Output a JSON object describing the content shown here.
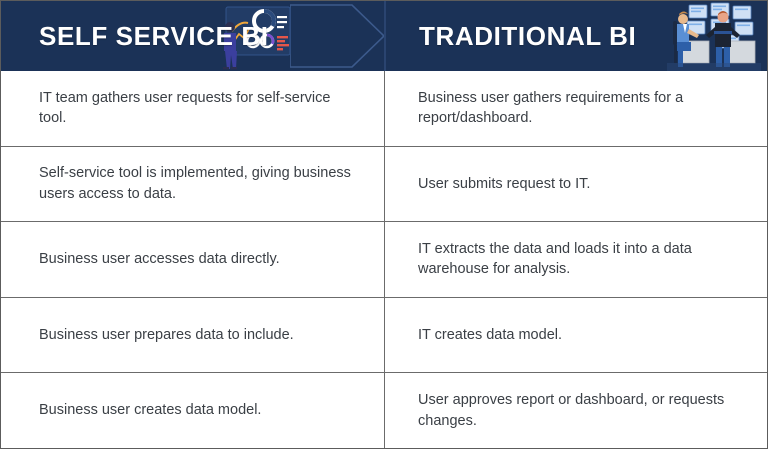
{
  "header": {
    "left": {
      "title": "SELF SERVICE BI",
      "icon": "self-service-dashboard-illustration"
    },
    "right": {
      "title": "TRADITIONAL BI",
      "icon": "it-team-workstations-illustration"
    },
    "background_color": "#1b3257",
    "title_color": "#ffffff"
  },
  "columns": [
    "SELF SERVICE BI",
    "TRADITIONAL BI"
  ],
  "rows": [
    {
      "left": "IT team gathers user requests for self-service tool.",
      "right": "Business user gathers requirements for a report/dashboard."
    },
    {
      "left": "Self-service tool is implemented, giving business users access to data.",
      "right": "User submits request to IT."
    },
    {
      "left": "Business user accesses data directly.",
      "right": "IT extracts the data and loads it into a data warehouse for analysis."
    },
    {
      "left": "Business user prepares data to include.",
      "right": "IT creates data model."
    },
    {
      "left": "Business user creates data model.",
      "right": "User approves report or dashboard, or requests changes."
    }
  ],
  "colors": {
    "header_navy": "#1b3257",
    "border_gray": "#6b6b6b",
    "body_text": "#3a3f45",
    "cell_background": "#ffffff"
  }
}
